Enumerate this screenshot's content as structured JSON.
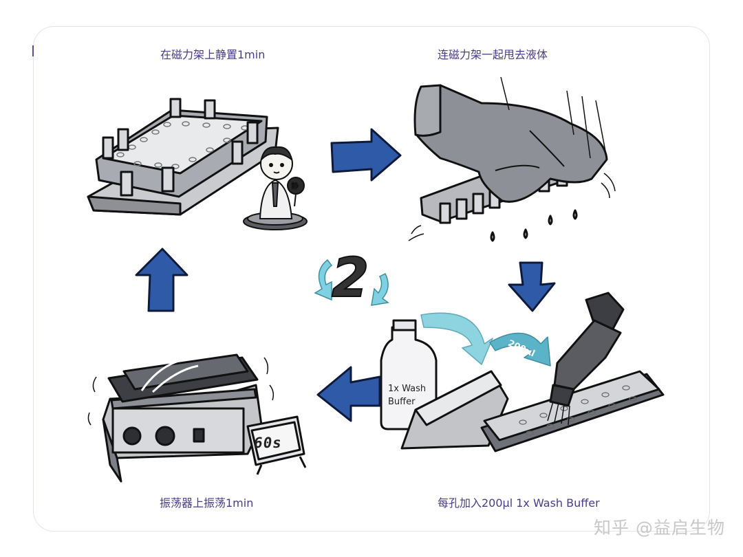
{
  "steps": [
    {
      "caption": "在磁力架上静置1min",
      "icon": "magnetic-rack-illustration"
    },
    {
      "caption": "连磁力架一起甩去液体",
      "icon": "hand-flicking-rack-illustration"
    },
    {
      "caption": "每孔加入200μl 1x Wash Buffer",
      "icon": "pipetting-wash-buffer-illustration"
    },
    {
      "caption": "振荡器上振荡1min",
      "icon": "shaker-with-timer-illustration"
    }
  ],
  "cycle": {
    "count": "2",
    "icon": "repeat-arrows-icon"
  },
  "bottle": {
    "label": "1x Wash Buffer"
  },
  "pipette": {
    "volume": "200μl"
  },
  "timer": {
    "display": "60s"
  },
  "character": {
    "badge": "静"
  },
  "watermark": "知乎 @益启生物",
  "colors": {
    "arrow_blue": "#2f5aa8",
    "arrow_outline": "#0d1a3a",
    "cyan_arrow": "#8dd3e0",
    "caption_purple": "#4a3a8c",
    "illustration_gray": "#9a9da3"
  }
}
